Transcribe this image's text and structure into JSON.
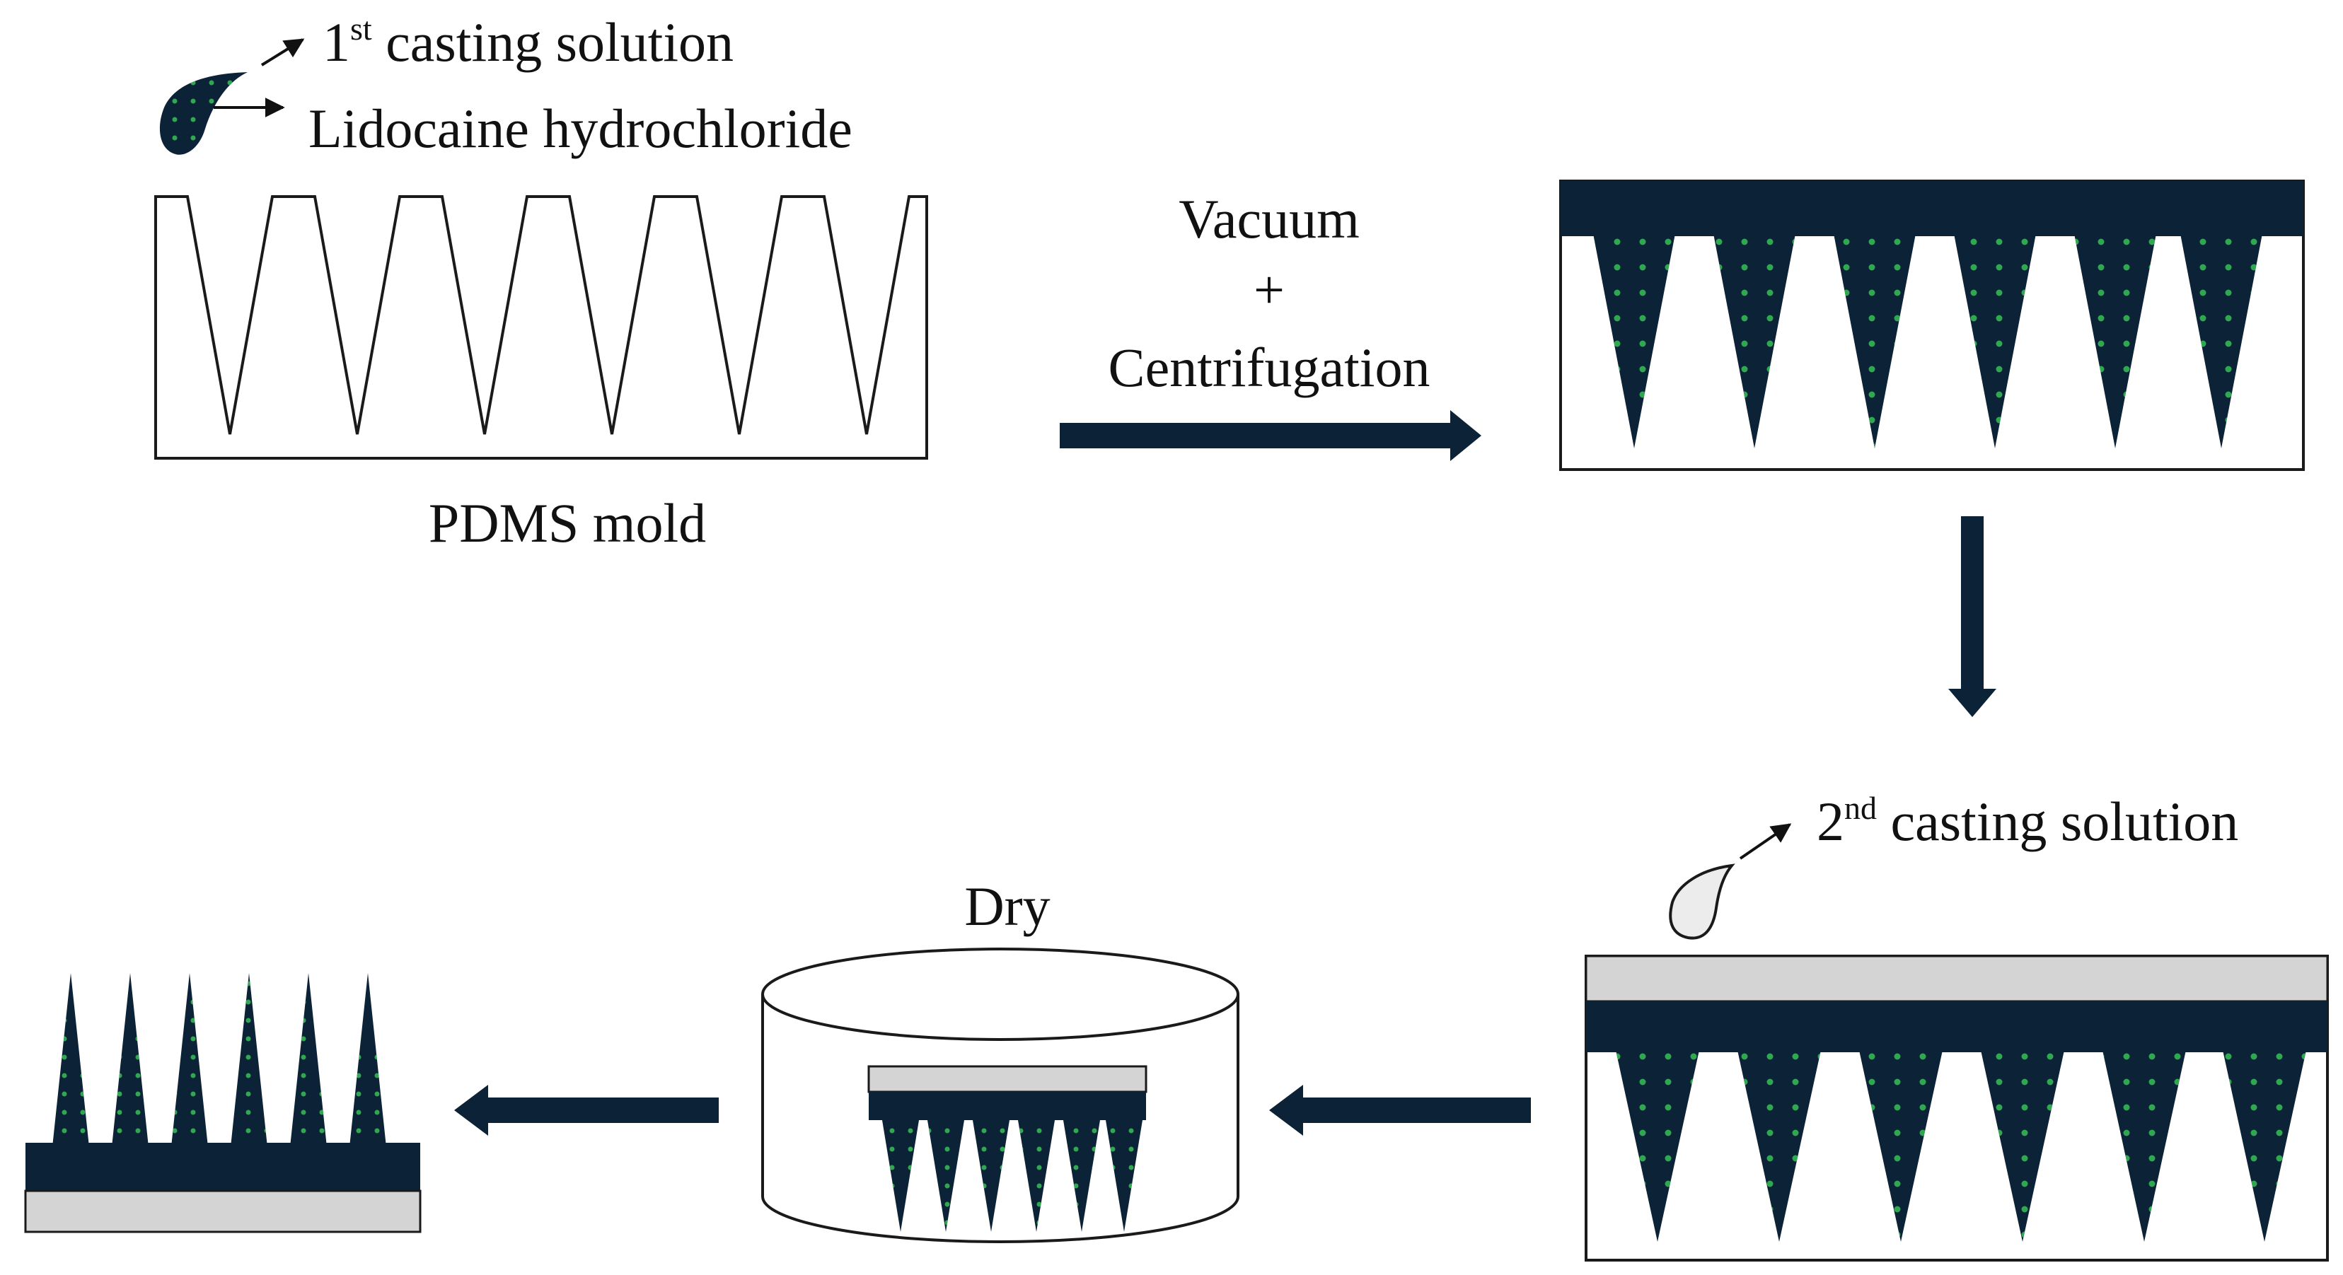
{
  "colors": {
    "navy": "#0c2236",
    "dot": "#2fa84f",
    "gray": "#d4d4d4",
    "outline": "#1a1a1a",
    "white": "#ffffff"
  },
  "labels": {
    "first_casting": {
      "main": "1",
      "sup": "st",
      "rest": " casting solution"
    },
    "drug": "Lidocaine hydrochloride",
    "mold": "PDMS mold",
    "process_top": "Vacuum",
    "process_plus": "+",
    "process_bottom": "Centrifugation",
    "second_casting": {
      "main": "2",
      "sup": "nd",
      "rest": " casting solution"
    },
    "dry": "Dry"
  }
}
